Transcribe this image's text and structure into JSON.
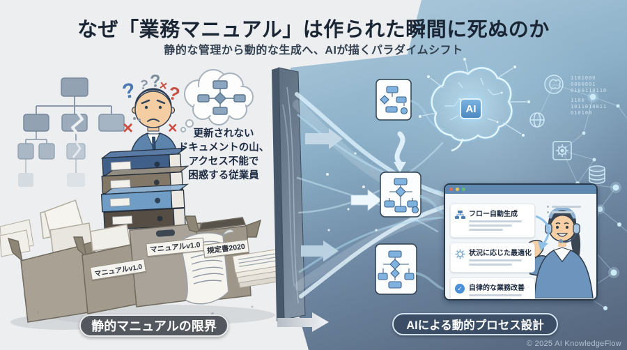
{
  "header": {
    "title": "なぜ「業務マニュアル」は作られた瞬間に死ぬのか",
    "subtitle": "静的な管理から動的な生成へ、AIが描くパラダイムシフト"
  },
  "left_scene": {
    "thought_caption_lines": [
      "更新されない",
      "ドキュメントの山、",
      "アクセス不能で",
      "困惑する従業員"
    ],
    "box_labels": [
      "マニュアルv1.0",
      "マニュアルv1.0",
      "規定書2020"
    ],
    "footer_badge": "静的マニュアルの限界"
  },
  "right_scene": {
    "ai_chip_label": "AI",
    "panel": {
      "items": [
        {
          "title": "フロー自動生成",
          "icon": "flowchart-icon"
        },
        {
          "title": "状況に応じた最適化",
          "icon": "gear-icon"
        },
        {
          "title": "自律的な業務改善",
          "icon": "check-icon"
        }
      ]
    },
    "binary_decor": [
      "1101000",
      "0000001",
      "0100110110",
      "1100",
      "1011010011",
      "010100"
    ],
    "footer_badge": "AIによる動的プロセス設計"
  },
  "footer": {
    "copyright": "© 2025 AI KnowledgeFlow"
  },
  "colors": {
    "title_text": "#1b2635",
    "accent_blue": "#6f9dc6",
    "panel_titlebar": "#5e88b0",
    "badge_left_bg": "#53585f",
    "badge_right_bg": "#3b4e65",
    "stream_glow": "#dcf1fb"
  }
}
